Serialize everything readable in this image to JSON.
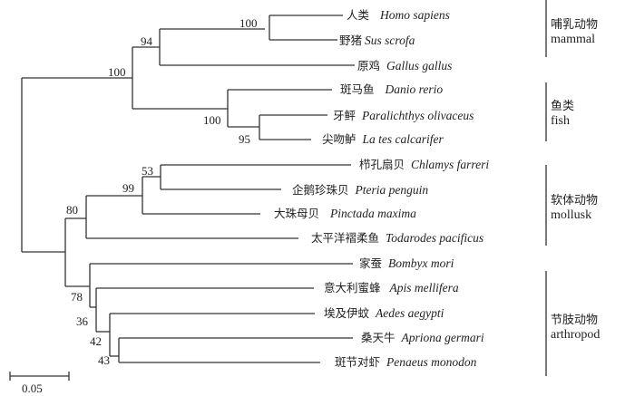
{
  "taxa": [
    {
      "zh": "人类",
      "sci": "Homo sapiens"
    },
    {
      "zh": "野猪",
      "sci": "Sus scrofa"
    },
    {
      "zh": "原鸡",
      "sci": "Gallus gallus"
    },
    {
      "zh": "斑马鱼",
      "sci": "Danio rerio"
    },
    {
      "zh": "牙鲆",
      "sci": "Paralichthys olivaceus"
    },
    {
      "zh": "尖吻鲈",
      "sci": "La tes calcarifer"
    },
    {
      "zh": "栉孔扇贝",
      "sci": "Chlamys farreri"
    },
    {
      "zh": "企鹅珍珠贝",
      "sci": "Pteria penguin"
    },
    {
      "zh": "大珠母贝",
      "sci": "Pinctada maxima"
    },
    {
      "zh": "太平洋褶柔鱼",
      "sci": "Todarodes pacificus"
    },
    {
      "zh": "家蚕",
      "sci": "Bombyx mori"
    },
    {
      "zh": "意大利蜜蜂",
      "sci": "Apis mellifera"
    },
    {
      "zh": "埃及伊蚊",
      "sci": "Aedes aegypti"
    },
    {
      "zh": "桑天牛",
      "sci": "Apriona germari"
    },
    {
      "zh": "斑节对虾",
      "sci": "Penaeus monodon"
    }
  ],
  "bootstrap": {
    "human_pig": "100",
    "mammal_bird": "94",
    "vertebrates": "100",
    "fish": "100",
    "flounder_barramundi": "95",
    "chlamys_pteria": "53",
    "bivalves": "99",
    "mollusks": "80",
    "arthropods": "78",
    "apis_rest": "36",
    "aedes_rest": "42",
    "apriona_penaeus": "43"
  },
  "groups": [
    {
      "zh": "哺乳动物",
      "en": "mammal"
    },
    {
      "zh": "鱼类",
      "en": "fish"
    },
    {
      "zh": "软体动物",
      "en": "mollusk"
    },
    {
      "zh": "节肢动物",
      "en": "arthropod"
    }
  ],
  "scale_bar": {
    "label": "0.05"
  }
}
